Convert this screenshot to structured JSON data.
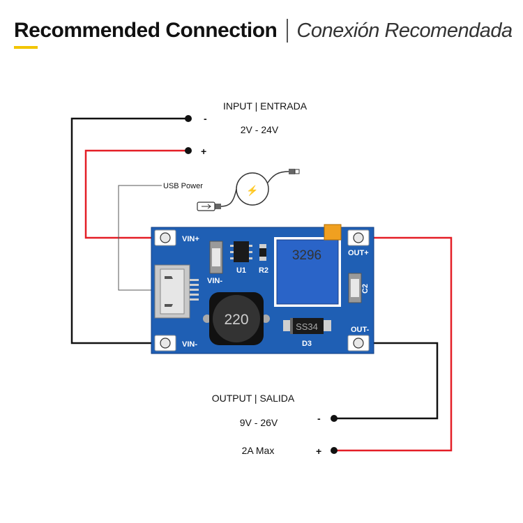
{
  "header": {
    "title": "Recommended Connection",
    "subtitle": "Conexión Recomendada"
  },
  "input": {
    "heading": "INPUT | ENTRADA",
    "voltage": "2V - 24V",
    "minus": "-",
    "plus": "+"
  },
  "usb": {
    "label": "USB Power",
    "bolt": "⚡"
  },
  "board": {
    "vin_plus": "VIN+",
    "vin_minus_top": "VIN-",
    "vin_minus": "VIN-",
    "out_plus": "OUT+",
    "out_minus": "OUT-",
    "u1": "U1",
    "r2": "R2",
    "c2": "C2",
    "pot": "3296",
    "inductor": "220",
    "diode": "SS34",
    "d3": "D3"
  },
  "output": {
    "heading": "OUTPUT | SALIDA",
    "voltage": "9V - 26V",
    "current": "2A Max",
    "minus": "-",
    "plus": "+"
  },
  "colors": {
    "accent": "#f2c500",
    "wire_negative": "#111111",
    "wire_positive": "#e41e26",
    "pcb": "#1f5fb4",
    "pot_body": "#2a64c8",
    "pot_knob": "#f0a020"
  }
}
